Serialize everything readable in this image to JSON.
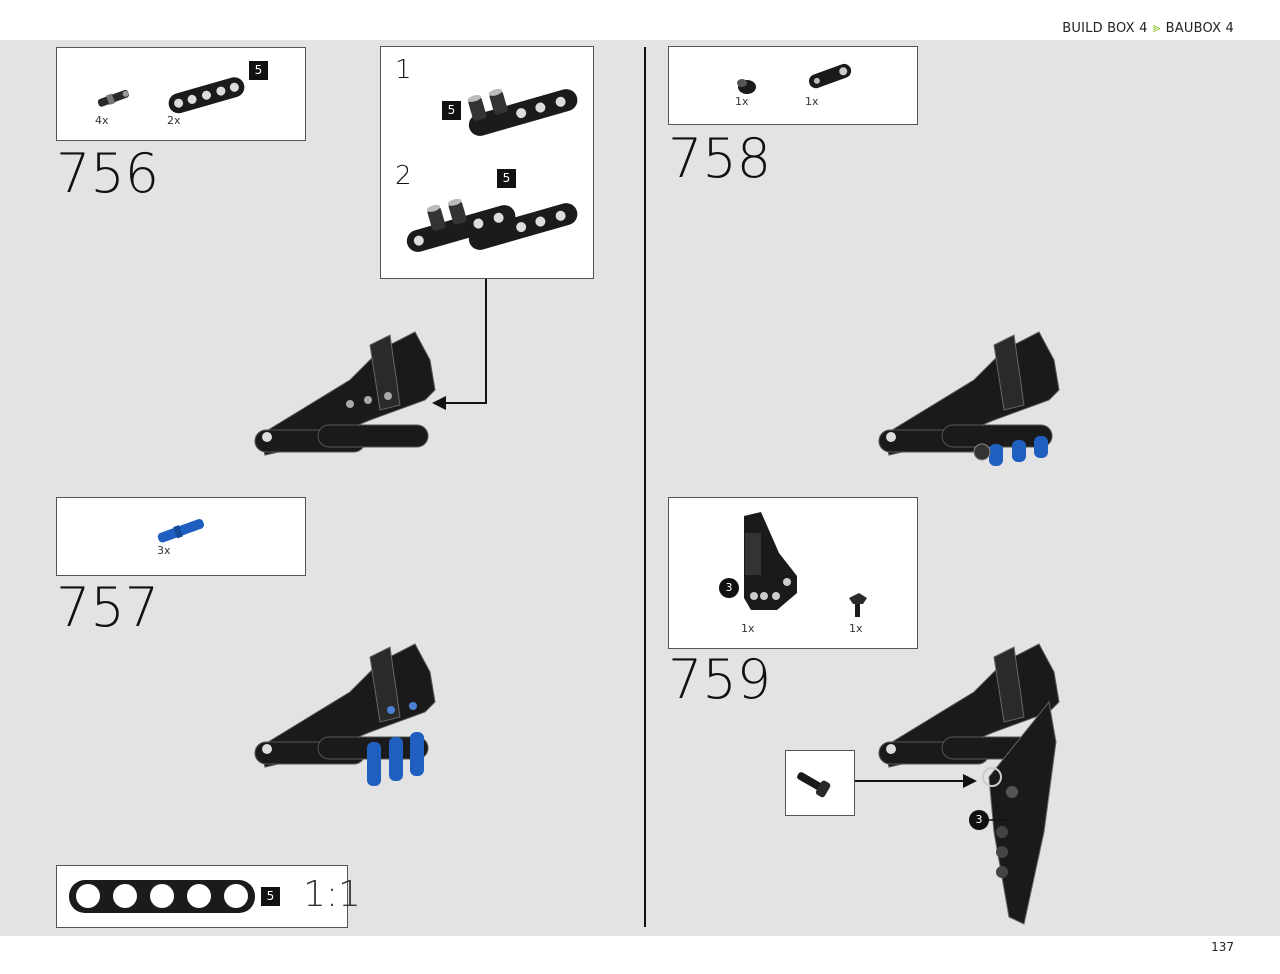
{
  "header": {
    "build_box": "BUILD BOX 4",
    "separator_icon": "arrow-chevron-icon",
    "baubox": "BAUBOX 4"
  },
  "page_number": "137",
  "steps": [
    {
      "number": "756",
      "parts": [
        {
          "qty": "4x"
        },
        {
          "qty": "2x",
          "badge": "5"
        }
      ],
      "substeps": [
        {
          "number": "1",
          "badge": "5"
        },
        {
          "number": "2",
          "badge": "5"
        }
      ]
    },
    {
      "number": "757",
      "parts": [
        {
          "qty": "3x"
        }
      ]
    },
    {
      "number": "758",
      "parts": [
        {
          "qty": "1x"
        },
        {
          "qty": "1x"
        }
      ]
    },
    {
      "number": "759",
      "parts": [
        {
          "qty": "1x",
          "callout": "3"
        },
        {
          "qty": "1x"
        }
      ],
      "callout": "3"
    }
  ],
  "scale_ref": {
    "badge": "5",
    "label": "1:1"
  },
  "colors": {
    "brand_accent": "#8dc63f",
    "background": "#e3e3e3",
    "part_blue": "#1f5fbf",
    "part_black": "#1a1a1a"
  }
}
